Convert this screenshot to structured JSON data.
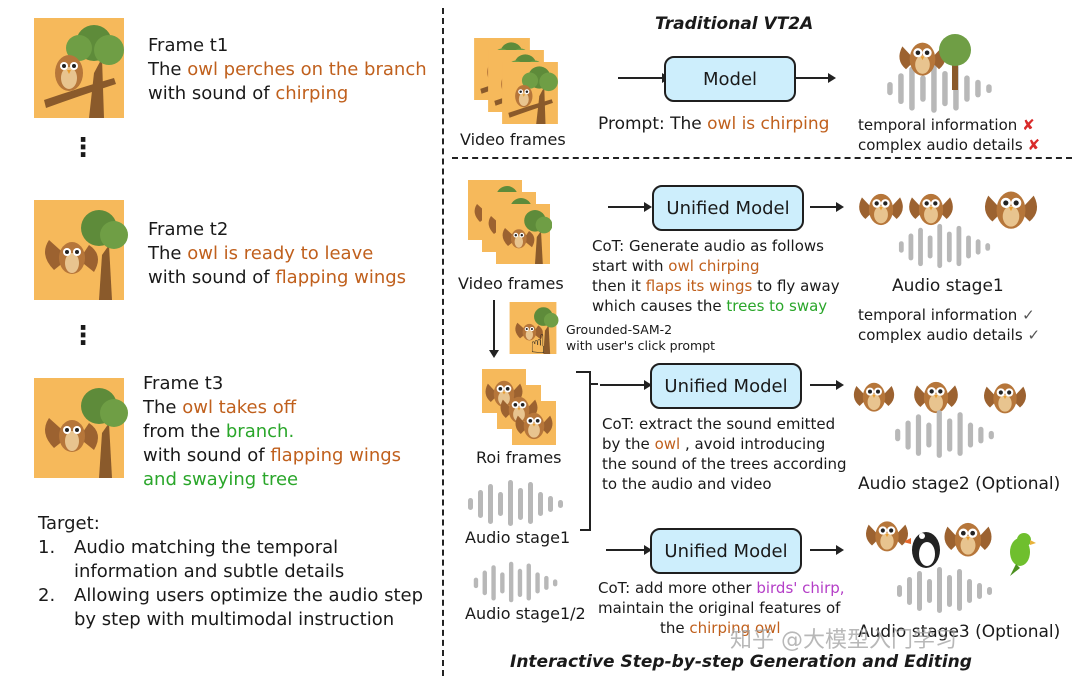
{
  "left": {
    "frame1": {
      "title": "Frame t1",
      "l2a": "The ",
      "l2b": "owl perches on the branch",
      "l3a": "with sound of ",
      "l3b": "chirping"
    },
    "frame2": {
      "title": "Frame t2",
      "l2a": "The ",
      "l2b": "owl is ready to leave",
      "l3a": "with sound of ",
      "l3b": "flapping wings"
    },
    "frame3": {
      "title": "Frame t3",
      "l2a": "The ",
      "l2b": "owl takes off",
      "l3a": "from the ",
      "l3b": "branch.",
      "l4a": "with sound of ",
      "l4b": "flapping wings",
      "l5": "and swaying tree"
    },
    "ellipsis": "⋮",
    "target": {
      "heading": "Target:",
      "items": [
        {
          "num": "1.",
          "line1": "Audio matching the temporal",
          "line2": "information and subtle details"
        },
        {
          "num": "2.",
          "line1": "Allowing users optimize the audio step",
          "line2": "by step with multimodal instruction"
        }
      ]
    }
  },
  "top": {
    "title": "Traditional VT2A",
    "video_label": "Video frames",
    "model": "Model",
    "prompt_a": "Prompt: The ",
    "prompt_b": "owl is chirping",
    "checks": [
      {
        "label": "temporal information",
        "mark": "✘"
      },
      {
        "label": "complex audio details",
        "mark": "✘"
      }
    ]
  },
  "bottom": {
    "title": "Interactive Step-by-step Generation and Editing",
    "video_label": "Video frames",
    "sam_line1": "Grounded-SAM-2",
    "sam_line2": "with user's click prompt",
    "roi_label": "Roi frames",
    "audio_stage1_label": "Audio stage1",
    "audio_stage12_label": "Audio stage1/2",
    "model": "Unified Model",
    "step1": {
      "cot1": "CoT: Generate audio as follows",
      "cot2a": "start with ",
      "cot2b": "owl chirping",
      "cot3a": "then it ",
      "cot3b": "flaps its wings",
      "cot3c": " to fly away",
      "cot4a": "which  causes the ",
      "cot4b": "trees to sway",
      "output": "Audio stage1",
      "checks": [
        {
          "label": "temporal information",
          "mark": "✓"
        },
        {
          "label": "complex audio details",
          "mark": "✓"
        }
      ]
    },
    "step2": {
      "cot1": "CoT: extract the sound emitted",
      "cot2a": "by the ",
      "cot2b": "owl",
      "cot2c": " , avoid introducing",
      "cot3": "the sound of the trees according",
      "cot4": "to the audio and video",
      "output": "Audio stage2 (Optional)"
    },
    "step3": {
      "cot1a": "CoT: add more other ",
      "cot1b": "birds' chirp,",
      "cot2": "maintain the original features of",
      "cot3a": "the ",
      "cot3b": "chirping owl",
      "output": "Audio stage3 (Optional)"
    }
  },
  "watermark": "知乎 @大模型入门学习",
  "colors": {
    "owl_text": "#c0601d",
    "green_text": "#2aa62a",
    "purple_text": "#b43ec7",
    "model_box": "#cdeefc",
    "x_mark": "#d92b2b"
  }
}
